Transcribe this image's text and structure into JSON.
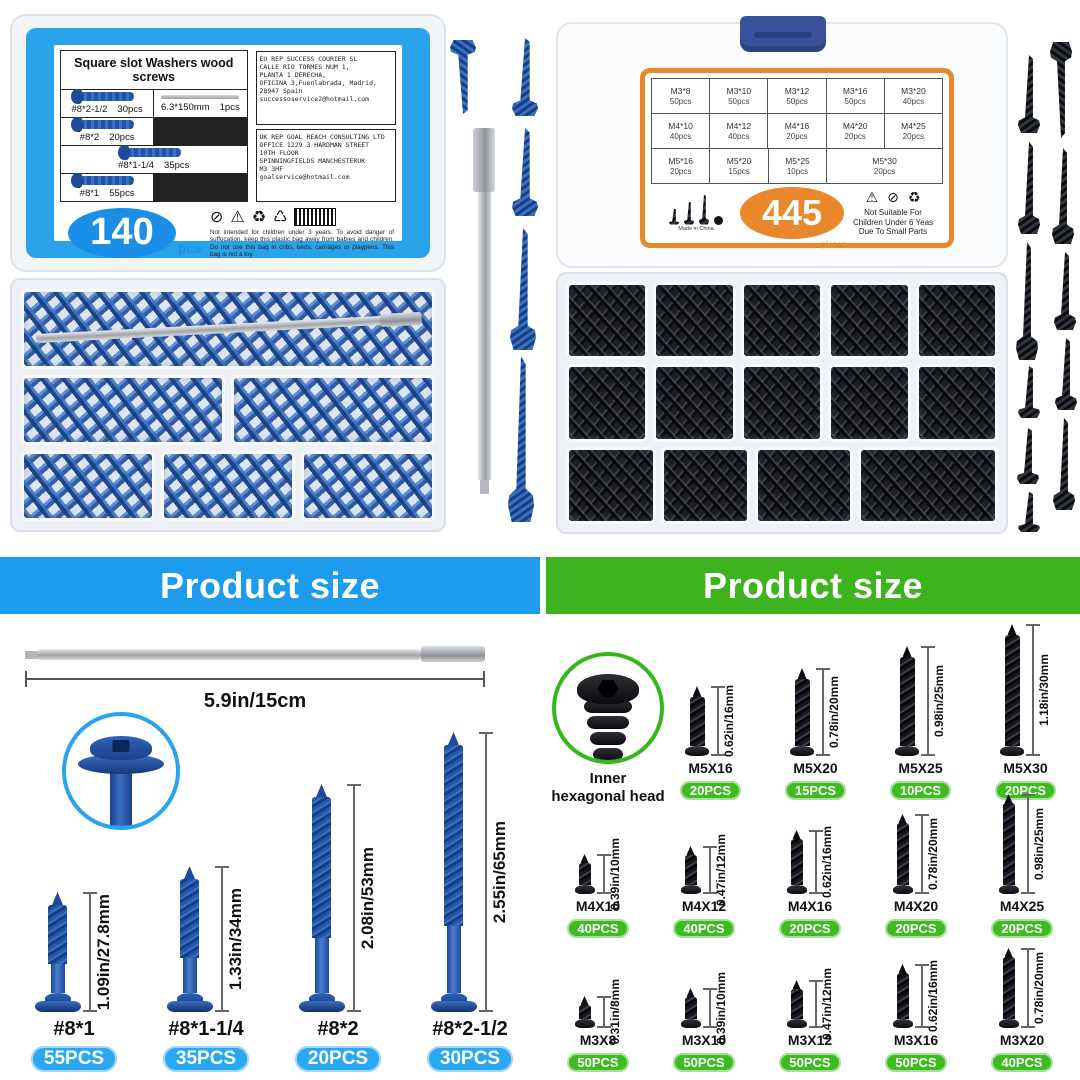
{
  "colors": {
    "blue_header": "#1d9cee",
    "green_header": "#3db41e",
    "screw_blue": "#2458a8",
    "badge_blue": "#2aa7f3",
    "badge_green": "#3dbb20",
    "label_orange": "#e8872b",
    "box_blue": "#2aa2e9"
  },
  "headers": {
    "left": "Product size",
    "right": "Product size"
  },
  "left_label": {
    "title": "Square slot Washers wood screws",
    "cells": [
      {
        "label": "#8*2-1/2",
        "qty": "30pcs",
        "icon": "screw"
      },
      {
        "label": "6.3*150mm",
        "qty": "1pcs",
        "icon": "bit"
      },
      {
        "label": "#8*2",
        "qty": "20pcs",
        "icon": "screw"
      },
      {
        "label": "#8*1-1/4",
        "qty": "35pcs",
        "icon": "screw"
      },
      {
        "label": "#8*1",
        "qty": "55pcs",
        "icon": "screw"
      }
    ],
    "eu_rep": "EU REP SUCCESS COURIER SL\nCALLE RIO TORMES NUM 1,\nPLANTA 1 DERECHA,\nOFICINA 3,Fuenlabrada, Madrid,\n28947 Spain\nsuccessoservice2@hotmail.com",
    "uk_rep": "UK REP GOAL REACH CONSULTING LTD\nOFFICE 1229 3 HARDMAN STREET\n10TH FLOOR\nSPINNINGFIELDS MANCHESTERUK\nM3 3HF\ngoalservice@hotmail.com",
    "count": "140",
    "count_unit": "pcs",
    "warning": "Not intended for children under 3 years. To avoid danger of suffocation, keep this plastic bag away from babies and children. Do not use this bag in cribs, beds, carriages or playpens. This bag is not a toy.",
    "icons": {
      "no_choking": "⊘",
      "warning": "⚠",
      "recycle": "♻",
      "green_dot": "♺"
    }
  },
  "right_label": {
    "row1": [
      {
        "size": "M3*8",
        "qty": "50pcs"
      },
      {
        "size": "M3*10",
        "qty": "50pcs"
      },
      {
        "size": "M3*12",
        "qty": "50pcs"
      },
      {
        "size": "M3*16",
        "qty": "50pcs"
      },
      {
        "size": "M3*20",
        "qty": "40pcs"
      }
    ],
    "row2": [
      {
        "size": "M4*10",
        "qty": "40pcs"
      },
      {
        "size": "M4*12",
        "qty": "40pcs"
      },
      {
        "size": "M4*16",
        "qty": "20pcs"
      },
      {
        "size": "M4*20",
        "qty": "20pcs"
      },
      {
        "size": "M4*25",
        "qty": "20pcs"
      }
    ],
    "row3": [
      {
        "size": "M5*16",
        "qty": "20pcs"
      },
      {
        "size": "M5*20",
        "qty": "15pcs"
      },
      {
        "size": "M5*25",
        "qty": "10pcs"
      },
      {
        "size": "M5*30",
        "qty": "20pcs"
      }
    ],
    "count": "445",
    "count_unit": "pieces",
    "made_in": "Made in China",
    "warning": "Not Suitable For\nChildren Under 6 Yeas\nDue To Small Parts",
    "icons": {
      "warning": "⚠",
      "no_choking": "⊘",
      "recycle": "♻"
    }
  },
  "left_panel": {
    "bit_dim": "5.9in/15cm",
    "screws": [
      {
        "name": "#8*1",
        "qty": "55PCS",
        "dim": "1.09in/27.8mm",
        "mm": 27.8
      },
      {
        "name": "#8*1-1/4",
        "qty": "35PCS",
        "dim": "1.33in/34mm",
        "mm": 34
      },
      {
        "name": "#8*2",
        "qty": "20PCS",
        "dim": "2.08in/53mm",
        "mm": 53
      },
      {
        "name": "#8*2-1/2",
        "qty": "30PCS",
        "dim": "2.55in/65mm",
        "mm": 65
      }
    ]
  },
  "right_panel": {
    "inset_label": "Inner\nhexagonal head",
    "row_m5": [
      {
        "name": "M5X16",
        "qty": "20PCS",
        "dim": "0.62in/16mm",
        "mm": 16
      },
      {
        "name": "M5X20",
        "qty": "15PCS",
        "dim": "0.78in/20mm",
        "mm": 20
      },
      {
        "name": "M5X25",
        "qty": "10PCS",
        "dim": "0.98in/25mm",
        "mm": 25
      },
      {
        "name": "M5X30",
        "qty": "20PCS",
        "dim": "1.18in/30mm",
        "mm": 30
      }
    ],
    "row_m4": [
      {
        "name": "M4X10",
        "qty": "40PCS",
        "dim": "0.39in/10mm",
        "mm": 10
      },
      {
        "name": "M4X12",
        "qty": "40PCS",
        "dim": "0.47in/12mm",
        "mm": 12
      },
      {
        "name": "M4X16",
        "qty": "20PCS",
        "dim": "0.62in/16mm",
        "mm": 16
      },
      {
        "name": "M4X20",
        "qty": "20PCS",
        "dim": "0.78in/20mm",
        "mm": 20
      },
      {
        "name": "M4X25",
        "qty": "20PCS",
        "dim": "0.98in/25mm",
        "mm": 25
      }
    ],
    "row_m3": [
      {
        "name": "M3X8",
        "qty": "50PCS",
        "dim": "0.31in/8mm",
        "mm": 8
      },
      {
        "name": "M3X10",
        "qty": "50PCS",
        "dim": "0.39in/10mm",
        "mm": 10
      },
      {
        "name": "M3X12",
        "qty": "50PCS",
        "dim": "0.47in/12mm",
        "mm": 12
      },
      {
        "name": "M3X16",
        "qty": "50PCS",
        "dim": "0.62in/16mm",
        "mm": 16
      },
      {
        "name": "M3X20",
        "qty": "40PCS",
        "dim": "0.78in/20mm",
        "mm": 20
      }
    ]
  }
}
